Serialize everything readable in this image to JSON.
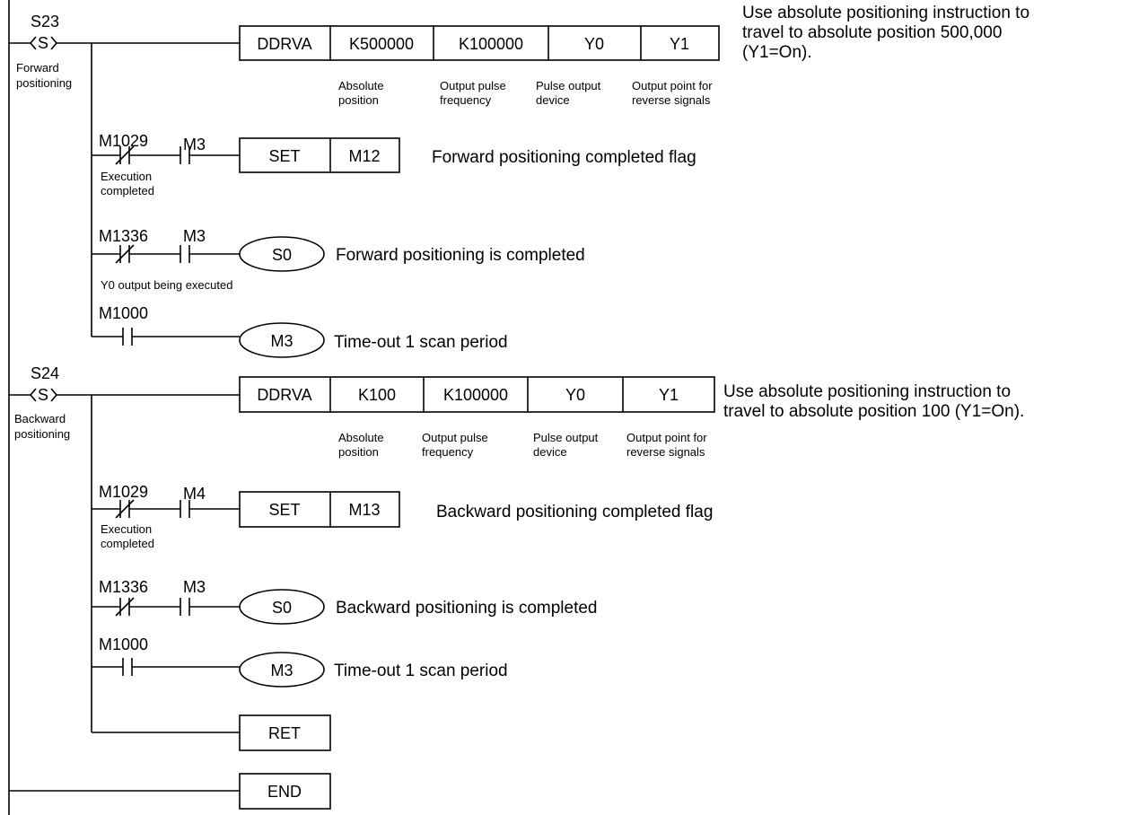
{
  "step1": {
    "label": "S23",
    "step_glyph": "S",
    "desc_line1": "Forward",
    "desc_line2": "positioning",
    "instr": [
      "DDRVA",
      "K500000",
      "K100000",
      "Y0",
      "Y1"
    ],
    "notes": [
      [
        "Absolute",
        "position"
      ],
      [
        "Output pulse",
        "frequency"
      ],
      [
        "Pulse output",
        "device"
      ],
      [
        "Output point for",
        "reverse signals"
      ]
    ],
    "comment": [
      "Use absolute positioning instruction to",
      "travel to absolute position 500,000",
      "(Y1=On)."
    ]
  },
  "rung_f1": {
    "c1": "M1029",
    "c2": "M3",
    "note1": "Execution",
    "note2": "completed",
    "op": "SET",
    "arg": "M12",
    "comment": "Forward positioning completed flag"
  },
  "rung_f2": {
    "c1": "M1336",
    "c2": "M3",
    "note": "Y0 output being executed",
    "coil": "S0",
    "comment": "Forward positioning is completed"
  },
  "rung_f3": {
    "c1": "M1000",
    "coil": "M3",
    "comment": "Time-out 1 scan period"
  },
  "step2": {
    "label": "S24",
    "step_glyph": "S",
    "desc_line1": "Backward",
    "desc_line2": "positioning",
    "instr": [
      "DDRVA",
      "K100",
      "K100000",
      "Y0",
      "Y1"
    ],
    "notes": [
      [
        "Absolute",
        "position"
      ],
      [
        "Output pulse",
        "frequency"
      ],
      [
        "Pulse output",
        "device"
      ],
      [
        "Output point for",
        "reverse signals"
      ]
    ],
    "comment": [
      "Use absolute positioning instruction to",
      "travel to absolute position 100 (Y1=On)."
    ]
  },
  "rung_b1": {
    "c1": "M1029",
    "c2": "M4",
    "note1": "Execution",
    "note2": "completed",
    "op": "SET",
    "arg": "M13",
    "comment": "Backward positioning completed flag"
  },
  "rung_b2": {
    "c1": "M1336",
    "c2": "M3",
    "coil": "S0",
    "comment": "Backward positioning is completed"
  },
  "rung_b3": {
    "c1": "M1000",
    "coil": "M3",
    "comment": "Time-out 1 scan period"
  },
  "ret": "RET",
  "end": "END"
}
